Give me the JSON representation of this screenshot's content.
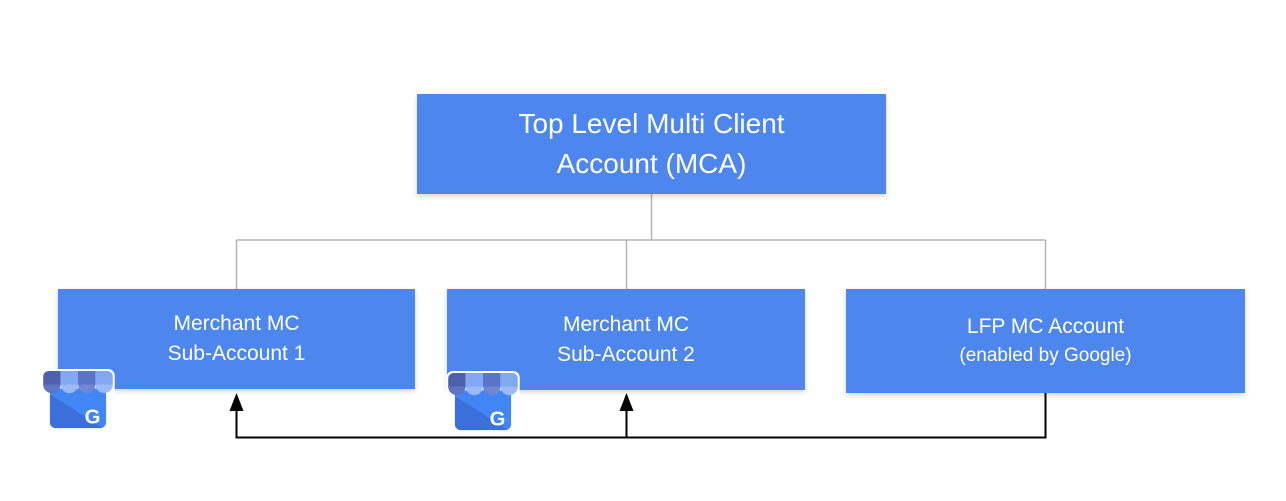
{
  "colors": {
    "background": "#FFFFFF",
    "node_fill": "#4D86EC",
    "node_text": "#FFFFFF",
    "tree_line": "#B3B3B3",
    "flow_line": "#000000",
    "gmb_body": "#4285F4",
    "gmb_fold": "#3B6FD9",
    "stripe_1": "#4D5FAD",
    "stripe_2": "#82A8F4",
    "stripe_3": "#5A74C9",
    "stripe_4": "#82A8F4",
    "scallop_1": "#6174C2",
    "scallop_2": "#9BBAF7",
    "scallop_3": "#6E86D4",
    "scallop_4": "#9BBAF7"
  },
  "nodes": {
    "mca": {
      "line1": "Top Level Multi Client",
      "line2": "Account (MCA)"
    },
    "sub1": {
      "line1": "Merchant MC",
      "line2": "Sub-Account 1"
    },
    "sub2": {
      "line1": "Merchant MC",
      "line2": "Sub-Account 2"
    },
    "lfp": {
      "line1": "LFP MC Account",
      "line2": "(enabled by Google)"
    }
  },
  "icons": {
    "gmb_name": "google-my-business-storefront-icon",
    "gmb_g_letter": "G"
  }
}
